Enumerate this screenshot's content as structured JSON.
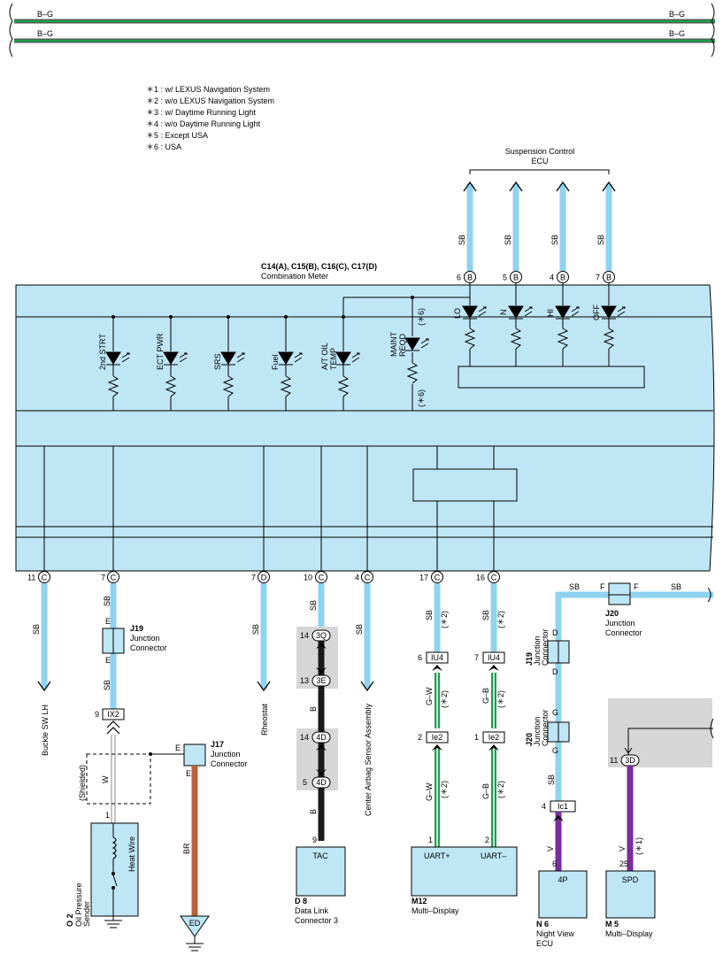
{
  "colors": {
    "panel": "#bfe6f5",
    "wire_sb": "#8fd3f0",
    "wire_br": "#b8623a",
    "wire_green": "#1a9e4a",
    "wire_v": "#7a2e9c",
    "wire_b": "#1a1a1a",
    "gray_box": "#d6d6d6"
  },
  "bus": {
    "top_left": "B–G",
    "top_right": "B–G",
    "bot_left": "B–G",
    "bot_right": "B–G"
  },
  "notes": [
    "＊1 : w/ LEXUS Navigation System",
    "＊2 : w/o LEXUS Navigation System",
    "＊3 : w/ Daytime Running Light",
    "＊4 : w/o Daytime Running Light",
    "＊5 : Except USA",
    "＊6 : USA"
  ],
  "susp": {
    "title1": "Suspension Control",
    "title2": "ECU",
    "wire": "SB",
    "pins": [
      "6",
      "5",
      "4",
      "7"
    ],
    "conn": "B",
    "leds": [
      "LO",
      "N",
      "HI",
      "OFF"
    ]
  },
  "meter": {
    "code": "C14(A), C15(B), C16(C), C17(D)",
    "name": "Combination Meter",
    "lamps": [
      "2nd STRT",
      "ECT PWR",
      "SRS",
      "Fuel"
    ],
    "atoil1": "A/T OIL",
    "atoil2": "TEMP",
    "maint1": "MAINT",
    "maint2": "REQD",
    "star6": "(＊6)"
  },
  "bottom_pins": [
    {
      "pin": "11",
      "conn": "C",
      "wire": "SB",
      "dest": "Buckle SW LH"
    },
    {
      "pin": "7",
      "conn": "C",
      "wire": "SB"
    },
    {
      "pin": "7",
      "conn": "D",
      "wire": "SB",
      "dest": "Rheostat"
    },
    {
      "pin": "10",
      "conn": "C",
      "wire": "SB"
    },
    {
      "pin": "4",
      "conn": "C",
      "wire": "SB",
      "dest": "Center Airbag Sensor Assembly"
    },
    {
      "pin": "17",
      "conn": "C",
      "wire": "SB",
      "note": "(＊2)"
    },
    {
      "pin": "16",
      "conn": "C",
      "wire": "SB",
      "note": "(＊2)"
    }
  ],
  "j19": {
    "code": "J19",
    "name1": "Junction",
    "name2": "Connector",
    "pin_top": "E",
    "pin_bot": "E",
    "wire_after": "SB",
    "conn_pin": "9",
    "conn": "IX2",
    "wire_w": "W",
    "shielded": "(Shielded)",
    "sensor_pin": "1"
  },
  "j17": {
    "code": "J17",
    "name1": "Junction",
    "name2": "Connector",
    "pin_in": "E",
    "pin_out": "E",
    "wire": "BR",
    "ground": "ED"
  },
  "sensor": {
    "code": "O 2",
    "name1": "Oil Pressure",
    "name2": "Sender",
    "heat": "Heat Wire"
  },
  "dlc": {
    "c1_pin": "14",
    "c1": "3Q",
    "c2_pin": "13",
    "c2": "3E",
    "c3_pin": "14",
    "c3": "4D",
    "c4_pin": "5",
    "c4": "4D",
    "wire_b": "B",
    "pin": "9",
    "box": "TAC",
    "code": "D 8",
    "name1": "Data  Link",
    "name2": "Connector 3"
  },
  "md": {
    "p1": "6",
    "c1": "IU4",
    "p2": "7",
    "c2": "IU4",
    "p3": "2",
    "c3": "Ie2",
    "p4": "1",
    "c4": "Ie2",
    "w1": "G–W",
    "w2": "G–B",
    "star2": "(＊2)",
    "pin_a": "1",
    "pin_b": "2",
    "lab_a": "UART+",
    "lab_b": "UART–",
    "code": "M12",
    "name": "Multi–Display"
  },
  "j20": {
    "code": "J20",
    "name1": "Junction",
    "name2": "Connector",
    "pin_l": "F",
    "pin_r": "F",
    "wire": "SB"
  },
  "v19": {
    "code": "J19",
    "name1": "Junction",
    "name2": "Connector",
    "pin_t": "D",
    "pin_b": "D"
  },
  "v20": {
    "code": "J20",
    "name1": "Junction",
    "name2": "Connector",
    "pin_t": "G",
    "pin_b": "G",
    "wire": "SB",
    "cpin": "4",
    "conn": "Ic1"
  },
  "nv": {
    "wire": "V",
    "pin": "6",
    "box": "4P",
    "code": "N 6",
    "name1": "Night View",
    "name2": "ECU"
  },
  "m5": {
    "cpin": "11",
    "conn": "3D",
    "wire": "V",
    "note": "(＊1)",
    "pin": "25",
    "box": "SPD",
    "code": "M 5",
    "name": "Multi–Display"
  }
}
